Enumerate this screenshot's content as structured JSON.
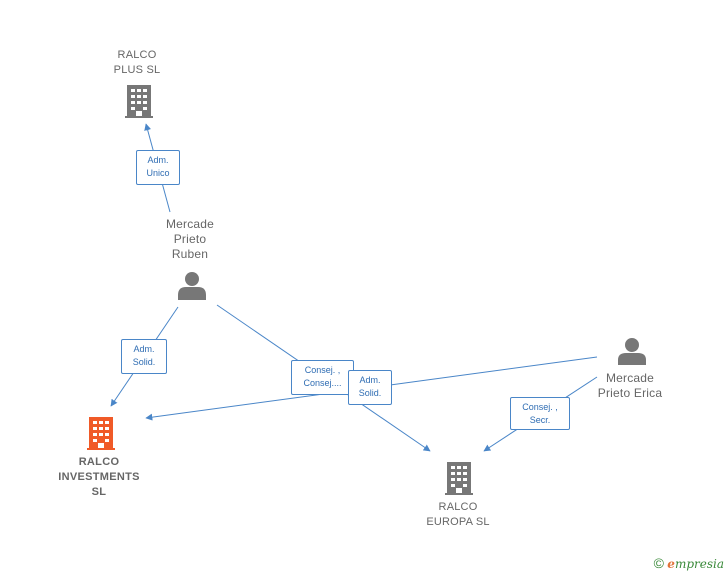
{
  "nodes": {
    "ralco_plus": {
      "lines": [
        "RALCO",
        "PLUS  SL"
      ],
      "icon": "building-icon",
      "color": "#777777"
    },
    "mercade_ruben": {
      "lines": [
        "Mercade",
        "Prieto",
        "Ruben"
      ],
      "icon": "person-icon",
      "color": "#777777"
    },
    "ralco_investments": {
      "lines": [
        "RALCO",
        "INVESTMENTS",
        "SL"
      ],
      "icon": "building-icon",
      "color": "#f05a28"
    },
    "ralco_europa": {
      "lines": [
        "RALCO",
        "EUROPA SL"
      ],
      "icon": "building-icon",
      "color": "#777777"
    },
    "mercade_erica": {
      "lines": [
        "Mercade",
        "Prieto Erica"
      ],
      "icon": "person-icon",
      "color": "#777777"
    }
  },
  "edges": [
    {
      "from": "mercade_ruben",
      "to": "ralco_plus",
      "label": [
        "Adm.",
        "Unico"
      ]
    },
    {
      "from": "mercade_ruben",
      "to": "ralco_investments",
      "label": [
        "Adm.",
        "Solid."
      ]
    },
    {
      "from": "mercade_ruben",
      "to": "ralco_europa",
      "label": [
        "Consej. ,",
        "Consej...."
      ]
    },
    {
      "from": "mercade_erica",
      "to": "ralco_investments",
      "label": [
        "Adm.",
        "Solid."
      ]
    },
    {
      "from": "mercade_erica",
      "to": "ralco_europa",
      "label": [
        "Consej. ,",
        "Secr."
      ]
    }
  ],
  "colors": {
    "edge": "#4a86c8",
    "label_text": "#2f6db3"
  },
  "footer": {
    "copyright": "©",
    "brand_initial": "e",
    "brand_rest": "mpresia"
  }
}
